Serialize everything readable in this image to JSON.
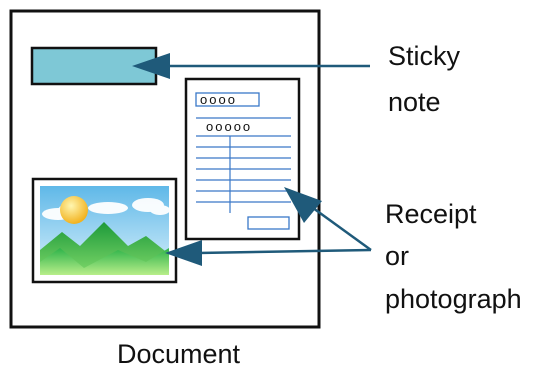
{
  "labels": {
    "sticky_line1": "Sticky",
    "sticky_line2": "note",
    "receipt_line1": "Receipt",
    "receipt_line2": "or",
    "receipt_line3": "photograph",
    "document": "Document"
  },
  "receipt": {
    "header_text": "oooo",
    "subheader_text": "ooooo"
  },
  "colors": {
    "arrow": "#1f5a7a",
    "sticky_fill": "#7ec8d6",
    "receipt_line": "#3a78c8",
    "outline": "#111111"
  }
}
